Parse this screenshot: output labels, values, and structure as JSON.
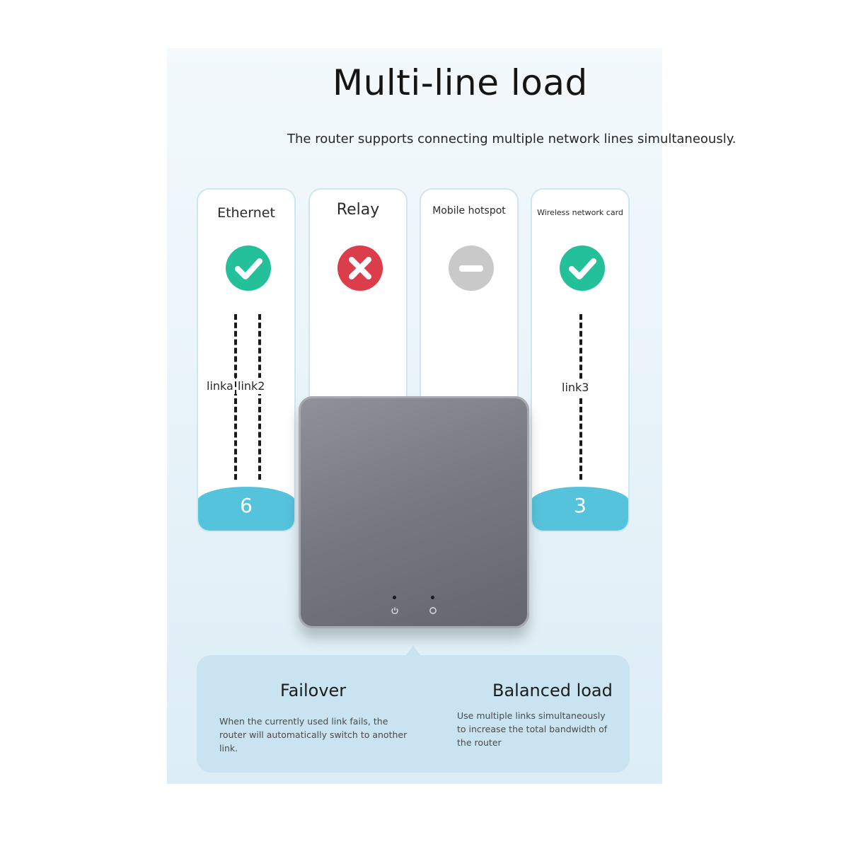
{
  "title": "Multi-line load",
  "subtitle": "The router supports connecting multiple network lines simultaneously.",
  "cards": [
    {
      "label": "Ethernet",
      "status": "check",
      "links": [
        "linka",
        "link2"
      ],
      "count": "6"
    },
    {
      "label": "Relay",
      "status": "cross"
    },
    {
      "label": "Mobile hotspot",
      "status": "disabled"
    },
    {
      "label": "Wireless network card",
      "status": "check",
      "links": [
        "link3"
      ],
      "count": "3"
    }
  ],
  "colors": {
    "check": "#24c09a",
    "cross": "#dc3d4b",
    "disabled": "#c9c9c9",
    "accent": "#56c3dd"
  },
  "features": {
    "failover": {
      "title": "Failover",
      "desc": "When the currently used link fails, the router will automatically switch to another link."
    },
    "balanced": {
      "title": "Balanced load",
      "desc": "Use multiple links simultaneously to increase the total bandwidth of the router"
    }
  }
}
